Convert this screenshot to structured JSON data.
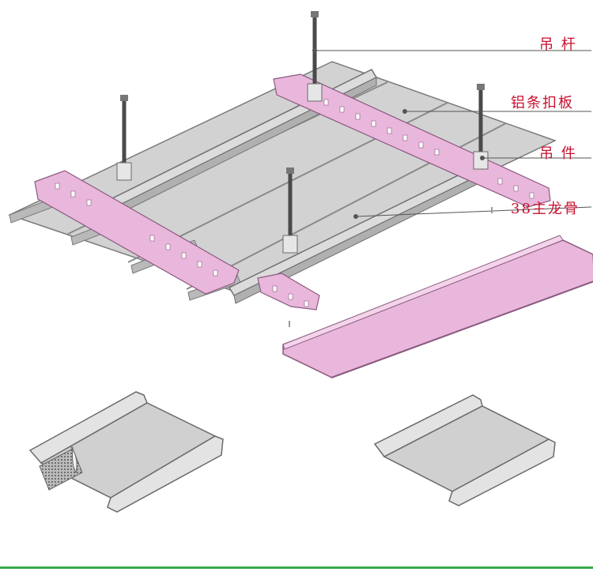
{
  "labels": {
    "hanger_rod": "吊 杆",
    "strip_panel": "铝条扣板",
    "hanger_clip": "吊 件",
    "main_keel": "38主龙骨"
  },
  "colors": {
    "label_text": "#c8102e",
    "leader_line": "#555555",
    "panel_fill": "#d2d2d2",
    "panel_edge": "#7a7a7a",
    "carrier_fill": "#e9b7dc",
    "carrier_edge": "#8a5a80",
    "rod_fill": "#4a4a4a",
    "accent_bottom": "#3aa84a"
  },
  "icons": {
    "perforated_patch": "perforated-mesh-icon"
  }
}
